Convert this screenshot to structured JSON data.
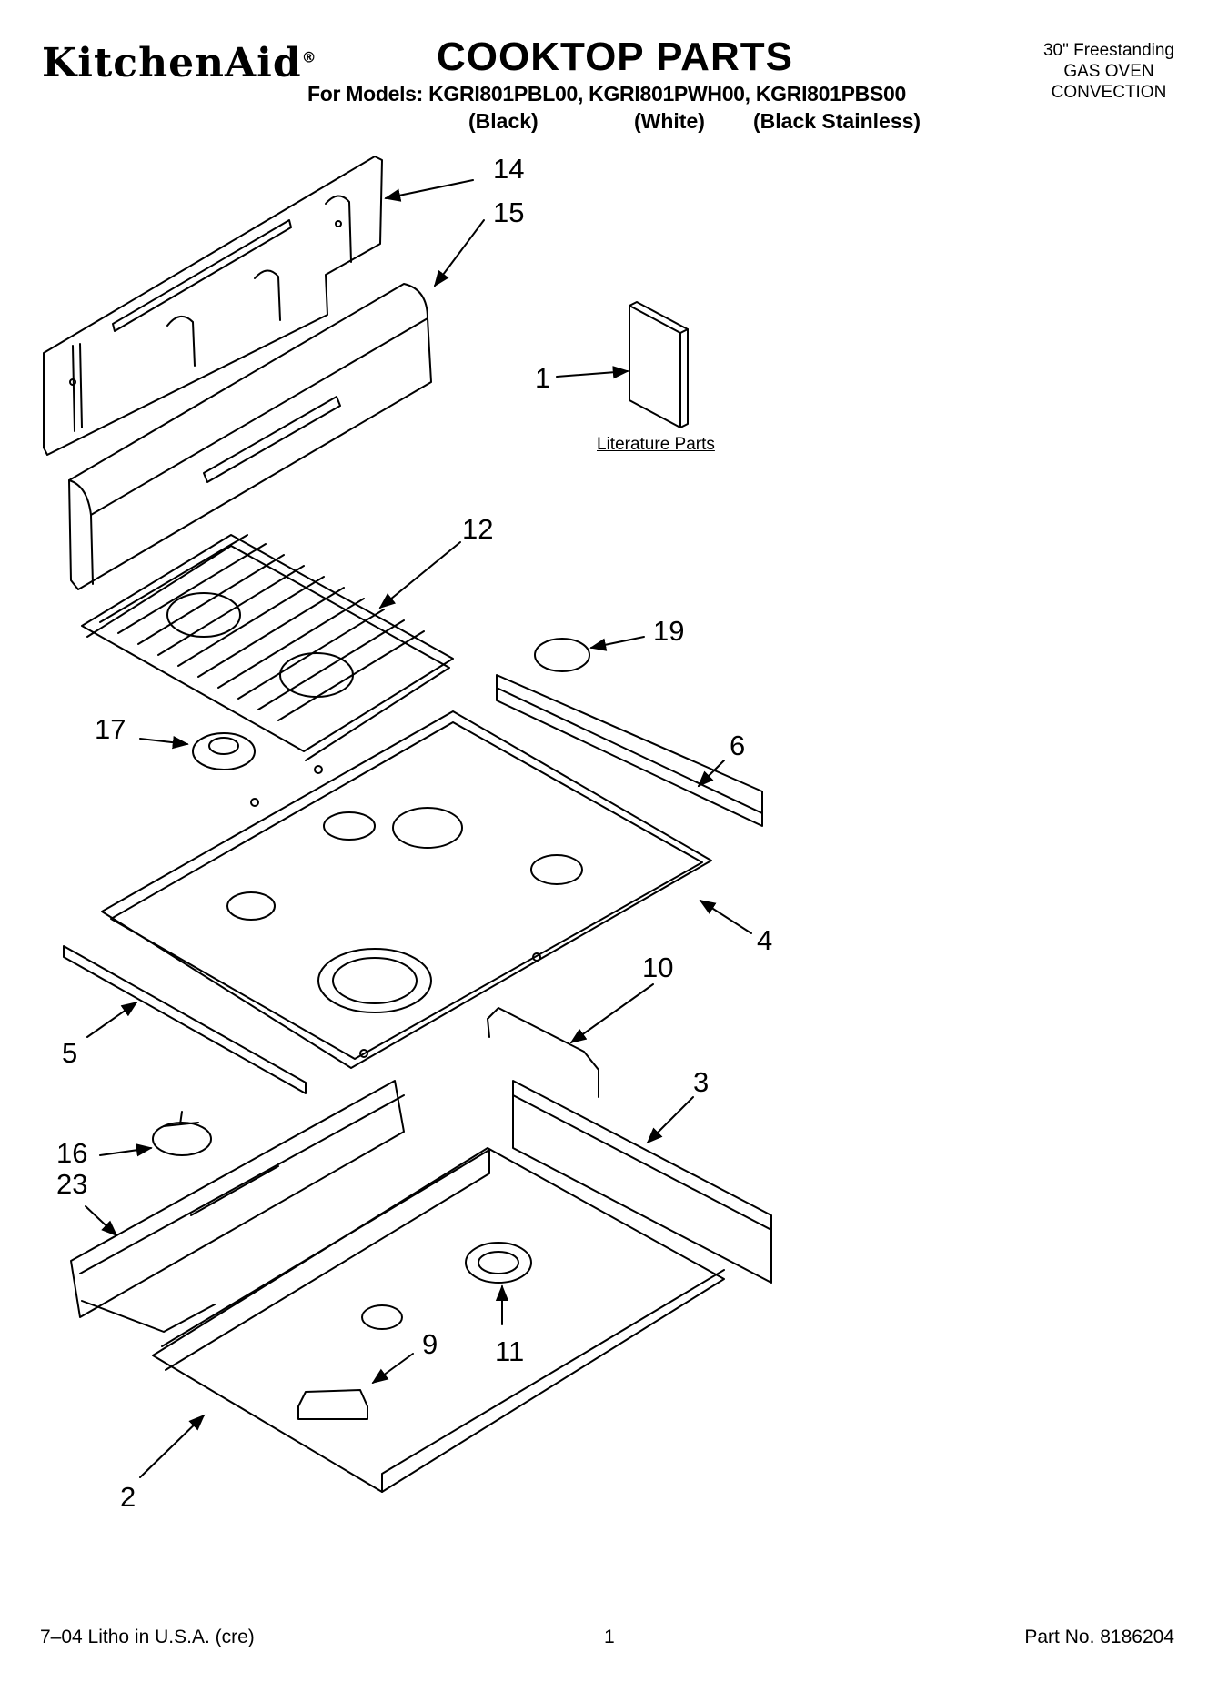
{
  "header": {
    "brand": "KitchenAid",
    "brand_mark": "®",
    "title": "COOKTOP PARTS",
    "models_line": "For Models: KGRI801PBL00, KGRI801PWH00, KGRI801PBS00",
    "variants": [
      "(Black)",
      "(White)",
      "(Black Stainless)"
    ],
    "product_type": [
      "30\" Freestanding",
      "GAS OVEN",
      "CONVECTION"
    ]
  },
  "diagram": {
    "literature_label": "Literature Parts",
    "callouts": [
      "14",
      "15",
      "1",
      "12",
      "19",
      "17",
      "6",
      "4",
      "10",
      "5",
      "3",
      "16",
      "23",
      "9",
      "11",
      "2"
    ]
  },
  "footer": {
    "litho": "7–04 Litho in U.S.A. (cre)",
    "page": "1",
    "part_no": "Part No. 8186204"
  }
}
